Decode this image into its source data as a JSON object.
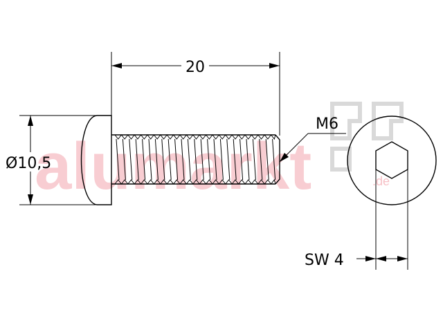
{
  "dimensions": {
    "length": "20",
    "head_diameter": "Ø10,5",
    "thread": "M6",
    "wrench_size": "SW 4"
  },
  "watermark": {
    "text": "alumarkt",
    "suffix": ".de",
    "color": "#f4a6ae"
  },
  "colors": {
    "line": "#000000",
    "logo_gray": "#d9d9d9"
  }
}
